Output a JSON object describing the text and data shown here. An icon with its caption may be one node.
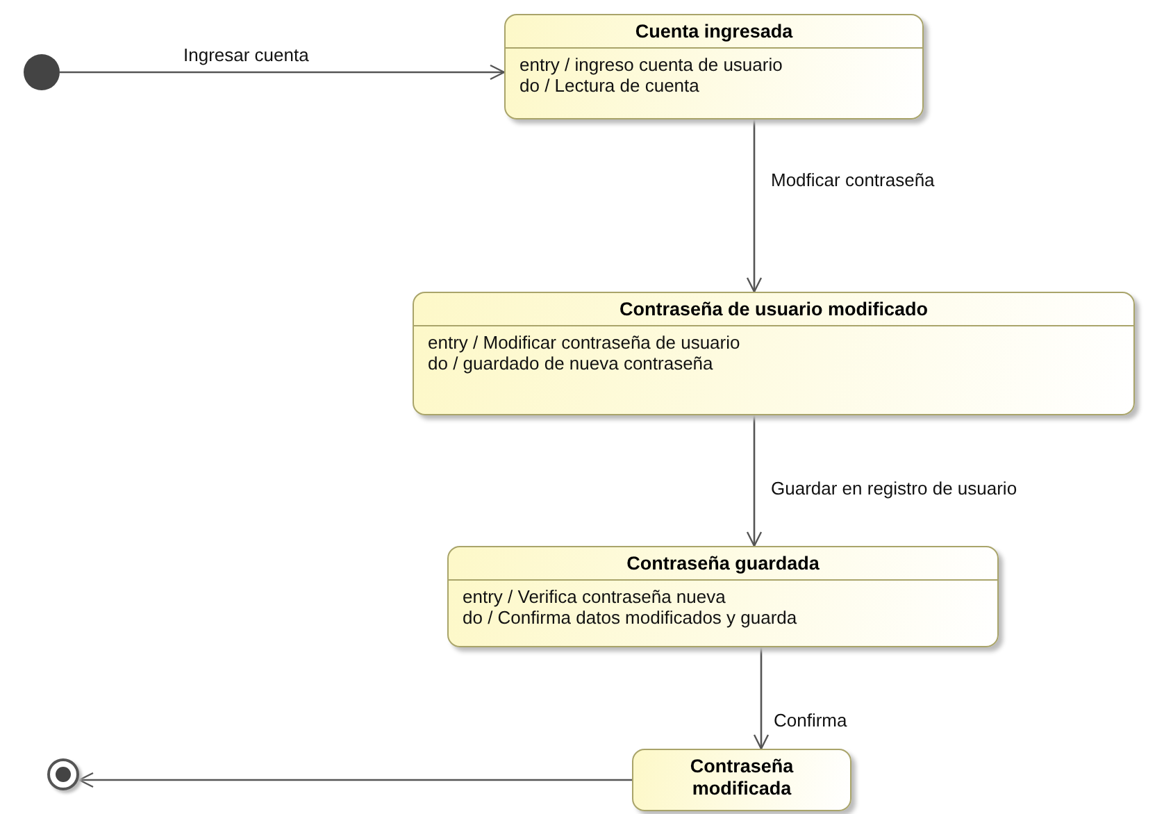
{
  "diagram": {
    "nodes": [
      {
        "text": [],
        "shape": "circle"
      },
      {
        "text": [
          "Cuenta ingresada",
          "entry / ingreso cuenta de usuario",
          "do / Lectura de cuenta"
        ]
      },
      {
        "text": [
          "Contraseña de usuario modificado",
          "entry / Modificar contraseña de usuario",
          "do / guardado de nueva contraseña"
        ]
      },
      {
        "text": [
          "Contraseña guardada",
          "entry / Verifica contraseña nueva",
          "do / Confirma datos modificados y guarda"
        ]
      },
      {
        "text": [
          "Contraseña modificada"
        ]
      },
      {
        "text": [],
        "shape": "bullseye"
      }
    ],
    "edges": [
      {
        "from": 0,
        "to": 1,
        "arrow": "to",
        "label": "Ingresar cuenta"
      },
      {
        "from": 1,
        "to": 2,
        "arrow": "to",
        "label": "Modficar contraseña"
      },
      {
        "from": 2,
        "to": 3,
        "arrow": "to",
        "label": "Guardar en registro de usuario"
      },
      {
        "from": 3,
        "to": 4,
        "arrow": "to",
        "label": "Confirma"
      },
      {
        "from": 4,
        "to": 5,
        "arrow": "to"
      }
    ]
  }
}
